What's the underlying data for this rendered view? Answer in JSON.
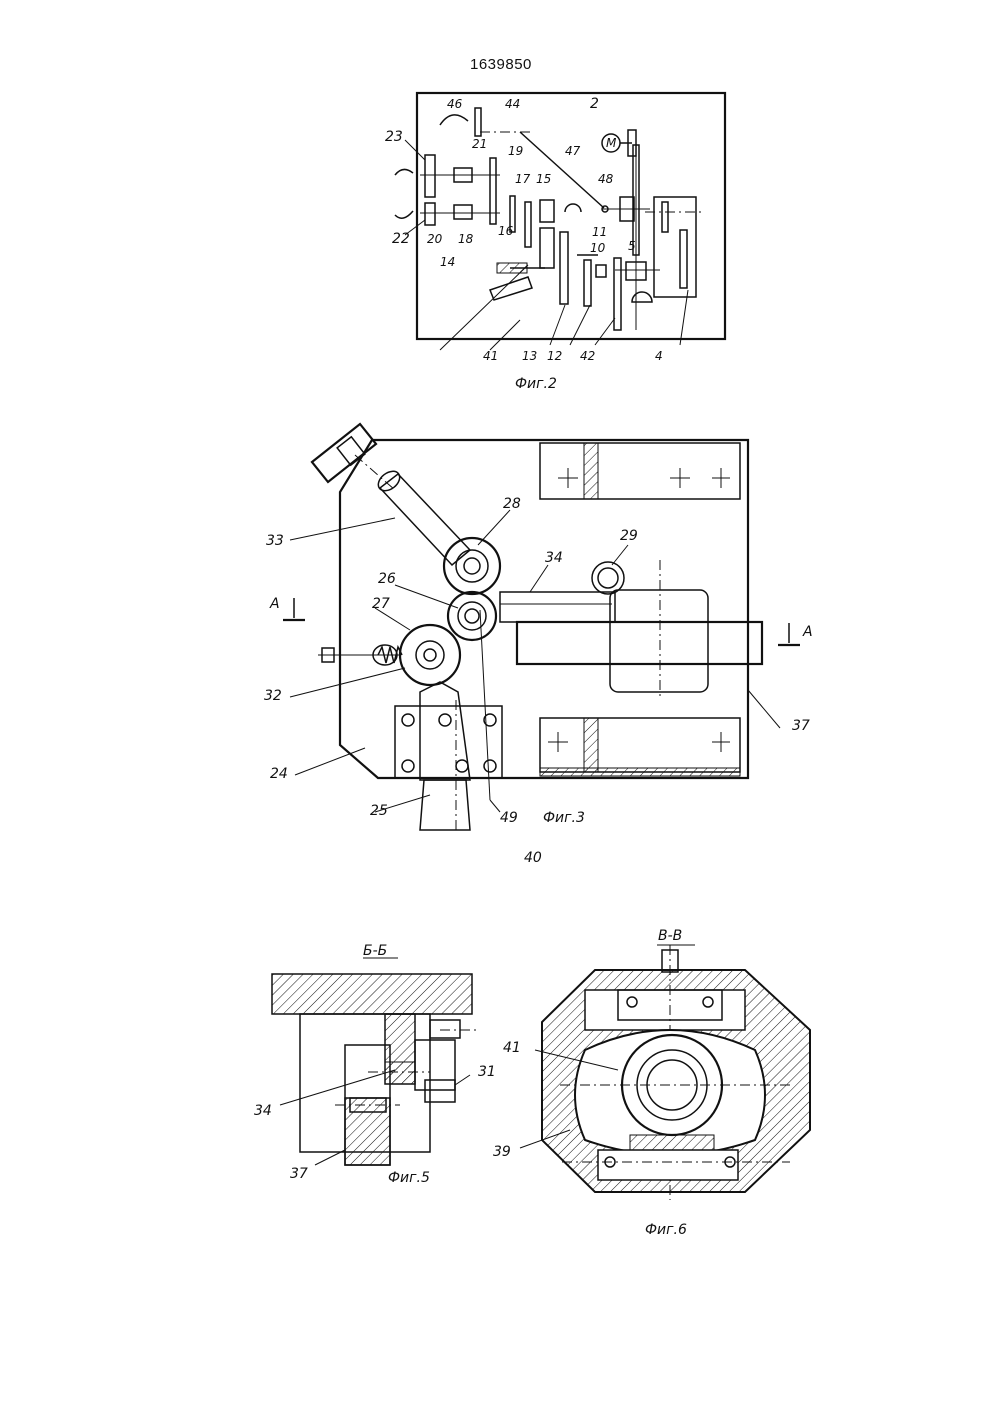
{
  "page": {
    "patent_number": "1639850"
  },
  "fig2": {
    "caption": "Фиг.2",
    "labels": [
      "46",
      "44",
      "2",
      "23",
      "21",
      "19",
      "47",
      "17",
      "15",
      "48",
      "22",
      "20",
      "18",
      "16",
      "14",
      "11",
      "10",
      "5",
      "41",
      "13",
      "12",
      "42",
      "4"
    ],
    "motor": "M"
  },
  "fig3": {
    "caption": "Фиг.3",
    "labels": [
      "33",
      "28",
      "29",
      "26",
      "34",
      "27",
      "32",
      "24",
      "25",
      "49",
      "37",
      "40"
    ],
    "section_left": "A",
    "section_right": "A"
  },
  "fig5": {
    "caption": "Фиг.5",
    "section": "Б-Б",
    "labels": [
      "34",
      "31",
      "37"
    ]
  },
  "fig6": {
    "caption": "Фиг.6",
    "section": "В-В",
    "labels": [
      "41",
      "39"
    ]
  }
}
